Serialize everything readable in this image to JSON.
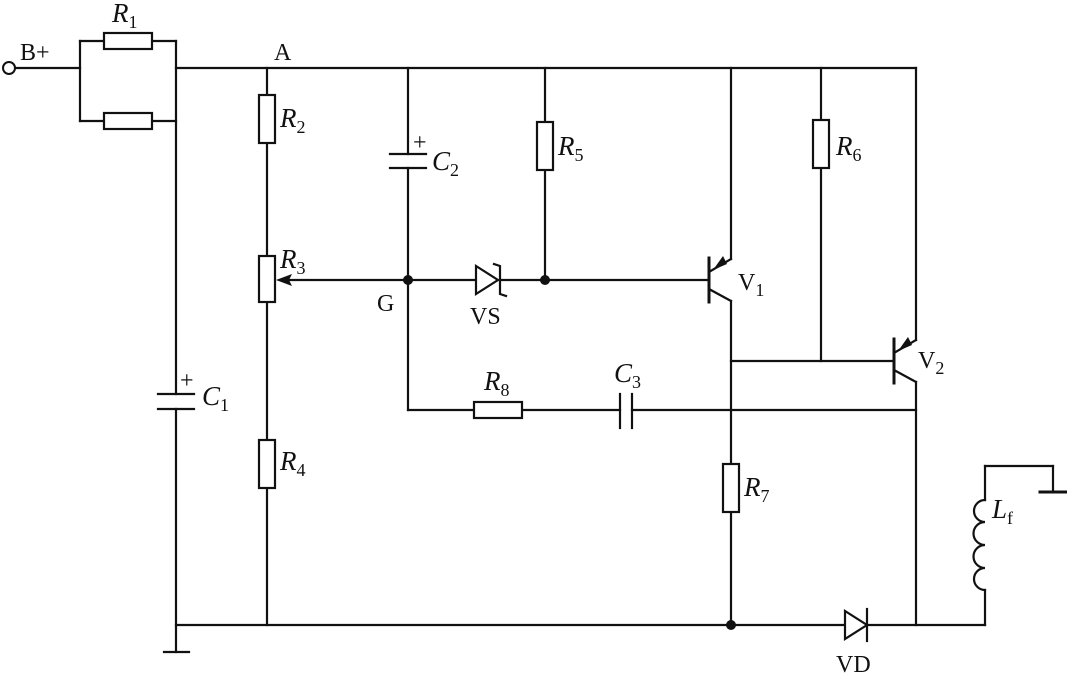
{
  "labels": {
    "supply": "B+",
    "node_a": "A",
    "node_g": "G",
    "r1": "R",
    "r1_sub": "1",
    "r2": "R",
    "r2_sub": "2",
    "r3": "R",
    "r3_sub": "3",
    "r4": "R",
    "r4_sub": "4",
    "r5": "R",
    "r5_sub": "5",
    "r6": "R",
    "r6_sub": "6",
    "r7": "R",
    "r7_sub": "7",
    "r8": "R",
    "r8_sub": "8",
    "c1": "C",
    "c1_sub": "1",
    "c2": "C",
    "c2_sub": "2",
    "c3": "C",
    "c3_sub": "3",
    "v1": "V",
    "v1_sub": "1",
    "v2": "V",
    "v2_sub": "2",
    "vs": "VS",
    "vd": "VD",
    "lf": "L",
    "lf_sub": "f",
    "plus": "+"
  },
  "colors": {
    "ink": "#111111",
    "background": "#ffffff"
  }
}
